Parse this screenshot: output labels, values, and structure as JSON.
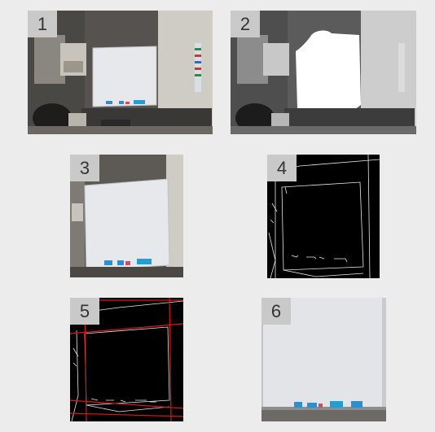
{
  "panels": [
    {
      "label": "1",
      "kind": "original-photo"
    },
    {
      "label": "2",
      "kind": "threshold-mask"
    },
    {
      "label": "3",
      "kind": "cropped-photo"
    },
    {
      "label": "4",
      "kind": "edge-map"
    },
    {
      "label": "5",
      "kind": "edges-with-detected-lines"
    },
    {
      "label": "6",
      "kind": "rectified-whiteboard"
    }
  ],
  "colors": {
    "background": "#ececec",
    "label_box": "#c9c9c9",
    "label_text": "#333333",
    "board": "#e6e8eb",
    "wall": "#5a5a58",
    "marker_blue": "#2e8fd0",
    "detected_line": "#d81818",
    "edge": "#e8e8e8"
  }
}
